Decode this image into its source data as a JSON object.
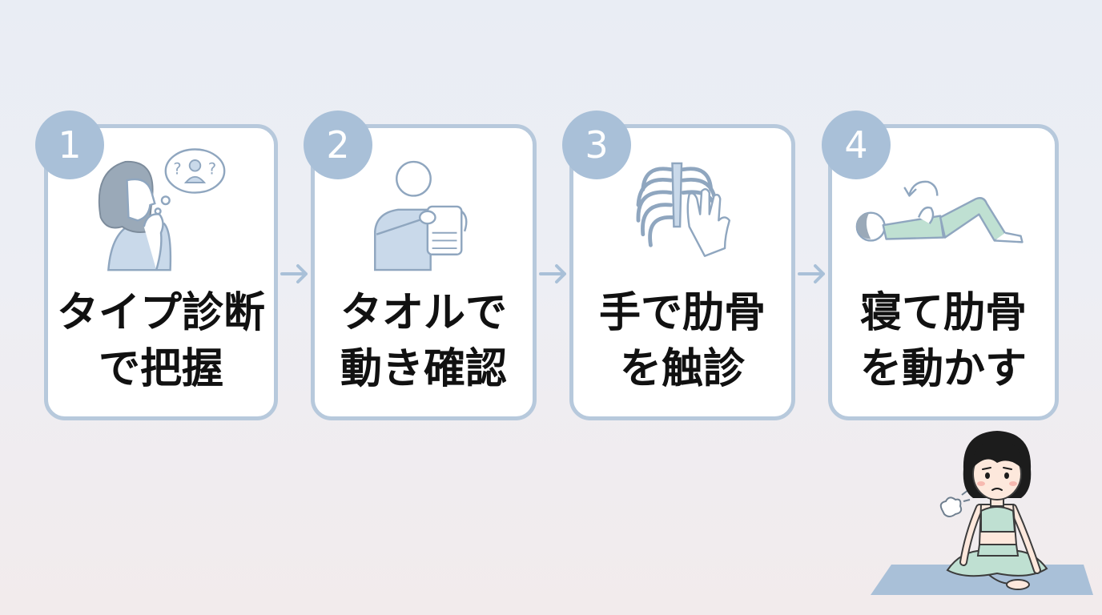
{
  "steps": [
    {
      "number": "1",
      "lines": [
        "タイプ診断",
        "で把握"
      ],
      "icon": "thinking-person-icon"
    },
    {
      "number": "2",
      "lines": [
        "タオルで",
        "動き確認"
      ],
      "icon": "person-with-towel-icon"
    },
    {
      "number": "3",
      "lines": [
        "手で肋骨",
        "を触診"
      ],
      "icon": "ribcage-hand-icon"
    },
    {
      "number": "4",
      "lines": [
        "寝て肋骨",
        "を動かす"
      ],
      "icon": "lying-person-icon"
    }
  ],
  "colors": {
    "card_border": "#b7c9dc",
    "badge": "#a9c0d8",
    "arrow": "#a9c0d8",
    "skin_blue": "#c9d9ea",
    "mint": "#bfe0d2",
    "mat": "#a9c0d8"
  }
}
